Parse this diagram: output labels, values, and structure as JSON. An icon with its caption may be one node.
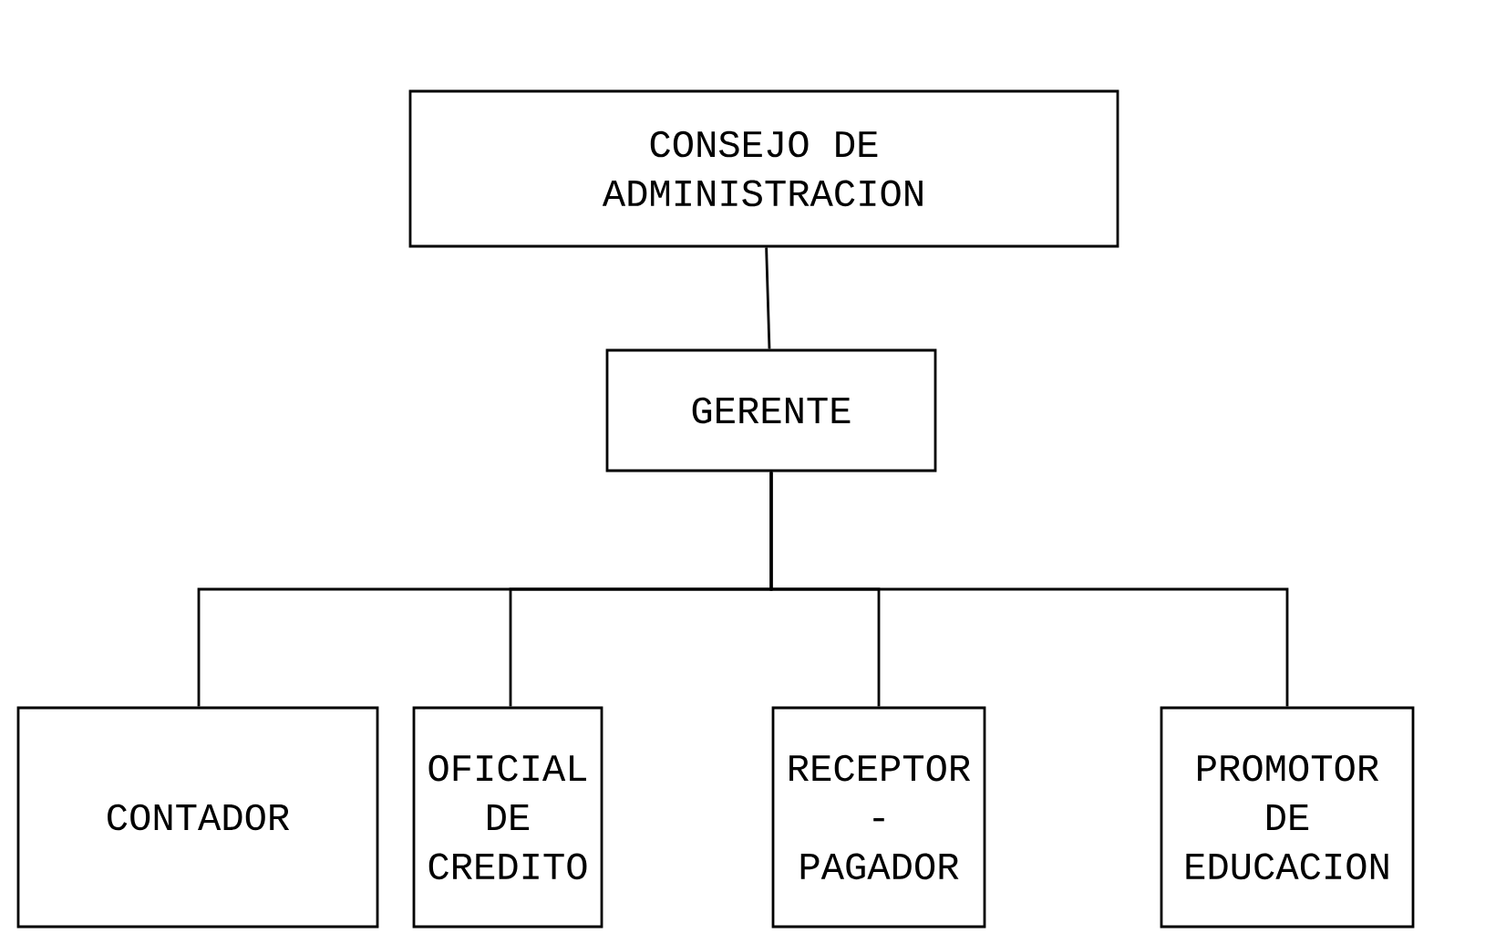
{
  "diagram": {
    "nodes": [
      {
        "text": [
          "CONSEJO DE ADMINISTRACION"
        ]
      },
      {
        "text": [
          "GERENTE"
        ]
      },
      {
        "text": [
          "CONTADOR"
        ]
      },
      {
        "text": [
          "OFICIAL DE CREDITO"
        ]
      },
      {
        "text": [
          "RECEPTOR - PAGADOR"
        ]
      },
      {
        "text": [
          "PROMOTOR DE EDUCACION"
        ]
      }
    ],
    "edges": [
      {
        "from": 0,
        "to": 1,
        "arrow": "none"
      },
      {
        "from": 1,
        "to": 2,
        "arrow": "none"
      },
      {
        "from": 1,
        "to": 3,
        "arrow": "none"
      },
      {
        "from": 1,
        "to": 4,
        "arrow": "none"
      },
      {
        "from": 1,
        "to": 5,
        "arrow": "none"
      }
    ]
  }
}
